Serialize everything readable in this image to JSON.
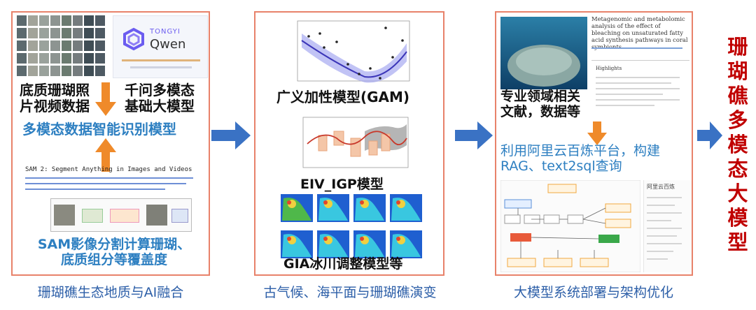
{
  "panel1": {
    "logo_brand": "TONGYI",
    "logo_name": "Qwen",
    "left_label": "底质珊瑚照\n片视频数据",
    "right_label": "千问多模态\n基础大模型",
    "center_label": "多模态数据智能识别模型",
    "paper_title": "SAM 2: Segment Anything in Images and Videos",
    "bottom_label": "SAM影像分割计算珊瑚、\n底质组分等覆盖度",
    "caption": "珊瑚礁生态地质与AI融合"
  },
  "panel2": {
    "label1": "广义加性模型(GAM)",
    "label2": "EIV_IGP模型",
    "label3": "GIA冰川调整模型等",
    "caption": "古气候、海平面与珊瑚礁演变"
  },
  "panel3": {
    "paper_title": "Metagenomic and metabolomic analysis of the effect of bleaching on unsaturated fatty acid synthesis pathways in coral symbionts",
    "highlights": "Highlights",
    "left_label": "专业领域相关\n文献，数据等",
    "rag_label": "利用阿里云百炼平台，构建\nRAG、text2sql查询",
    "platform_name": "阿里云百炼",
    "caption": "大模型系统部署与架构优化"
  },
  "final": [
    "珊",
    "瑚",
    "礁",
    "多",
    "模",
    "态",
    "大",
    "模",
    "型"
  ],
  "colors": {
    "border": "#e8826a",
    "arrow": "#3a72c4",
    "orange": "#ef8a2a",
    "accent": "#c00000"
  }
}
